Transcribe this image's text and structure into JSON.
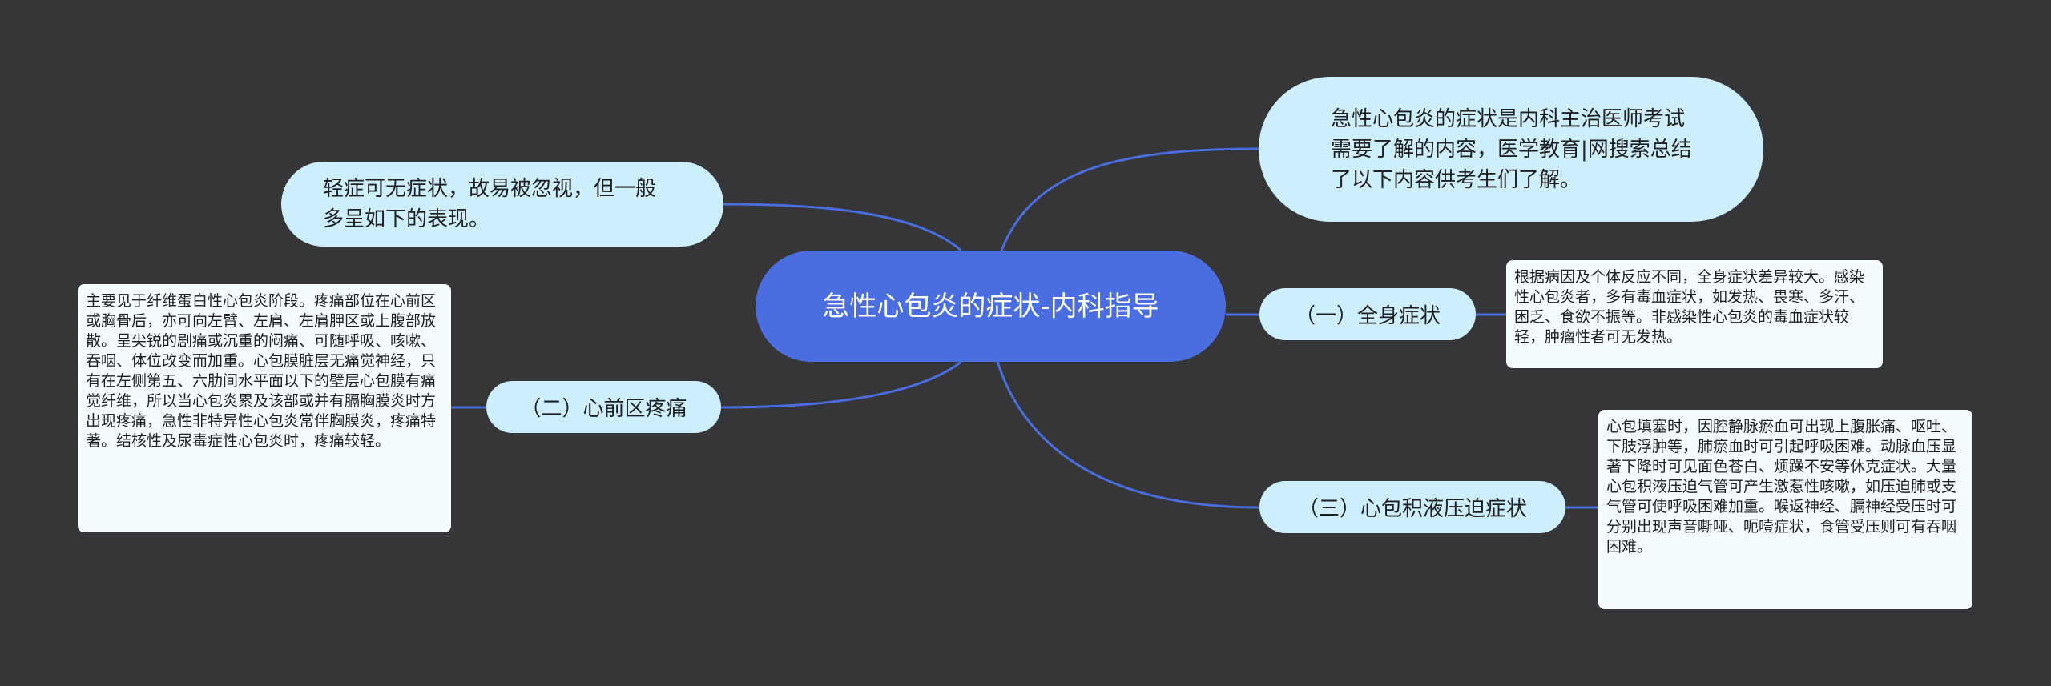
{
  "mindmap": {
    "root": {
      "label": "急性心包炎的症状-内科指导"
    },
    "intro": {
      "text": "急性心包炎的症状是内科主治医师考试需要了解的内容，医学教育|网搜索总结了以下内容供考生们了解。"
    },
    "mild": {
      "text": "轻症可无症状，故易被忽视，但一般多呈如下的表现。"
    },
    "branches": [
      {
        "label": "（一）全身症状",
        "detail": "根据病因及个体反应不同，全身症状差异较大。感染性心包炎者，多有毒血症状，如发热、畏寒、多汗、困乏、食欲不振等。非感染性心包炎的毒血症状较轻，肿瘤性者可无发热。"
      },
      {
        "label": "（二）心前区疼痛",
        "detail": "主要见于纤维蛋白性心包炎阶段。疼痛部位在心前区或胸骨后，亦可向左臂、左肩、左肩胛区或上腹部放散。呈尖锐的剧痛或沉重的闷痛、可随呼吸、咳嗽、吞咽、体位改变而加重。心包膜脏层无痛觉神经，只有在左侧第五、六肋间水平面以下的壁层心包膜有痛觉纤维，所以当心包炎累及该部或并有膈胸膜炎时方出现疼痛，急性非特异性心包炎常伴胸膜炎，疼痛特著。结核性及尿毒症性心包炎时，疼痛较轻。"
      },
      {
        "label": "（三）心包积液压迫症状",
        "detail": "心包填塞时，因腔静脉瘀血可出现上腹胀痛、呕吐、下肢浮肿等，肺瘀血时可引起呼吸困难。动脉血压显著下降时可见面色苍白、烦躁不安等休克症状。大量心包积液压迫气管可产生激惹性咳嗽，如压迫肺或支气管可使呼吸困难加重。喉返神经、膈神经受压时可分别出现声音嘶哑、呃噎症状，食管受压则可有吞咽困难。"
      }
    ]
  },
  "colors": {
    "background": "#363538",
    "root_fill": "#4a6ee0",
    "bubble_fill": "#cdeefd",
    "detail_fill": "#f4fcff",
    "connector": "#4a6ee0"
  }
}
